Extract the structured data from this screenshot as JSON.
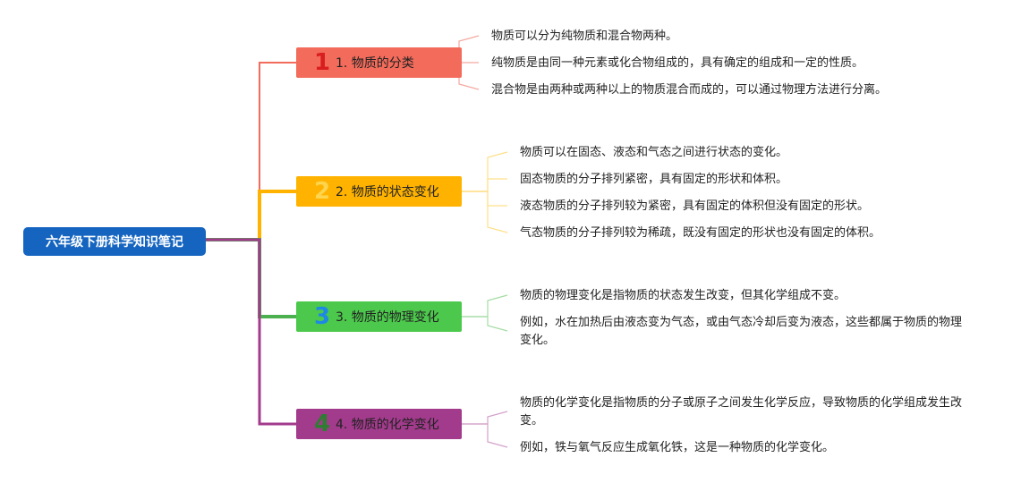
{
  "root": {
    "label": "六年级下册科学知识笔记",
    "color": "#1565c0"
  },
  "topics": [
    {
      "number": "1",
      "label": "1. 物质的分类",
      "color": "#f26b5b",
      "number_color": "#d81e1e",
      "line_color": "#f26b5b",
      "leaf_line_color": "#f3a9a0",
      "items": [
        "物质可以分为纯物质和混合物两种。",
        "纯物质是由同一种元素或化合物组成的，具有确定的组成和一定的性质。",
        "混合物是由两种或两种以上的物质混合而成的，可以通过物理方法进行分离。"
      ]
    },
    {
      "number": "2",
      "label": "2. 物质的状态变化",
      "color": "#ffb300",
      "number_color": "#ffd54f",
      "line_color": "#ffb300",
      "leaf_line_color": "#ffe08a",
      "items": [
        "物质可以在固态、液态和气态之间进行状态的变化。",
        "固态物质的分子排列紧密，具有固定的形状和体积。",
        "液态物质的分子排列较为紧密，具有固定的体积但没有固定的形状。",
        "气态物质的分子排列较为稀疏，既没有固定的形状也没有固定的体积。"
      ]
    },
    {
      "number": "3",
      "label": "3. 物质的物理变化",
      "color": "#4cc94c",
      "number_color": "#1e88e5",
      "line_color": "#4caf50",
      "leaf_line_color": "#a5dca5",
      "items": [
        "物质的物理变化是指物质的状态发生改变，但其化学组成不变。",
        "例如，水在加热后由液态变为气态，或由气态冷却后变为液态，这些都属于物质的物理变化。"
      ]
    },
    {
      "number": "4",
      "label": "4. 物质的化学变化",
      "color": "#a23b8c",
      "number_color": "#2e7d32",
      "line_color": "#a23b8c",
      "leaf_line_color": "#d3a2c9",
      "items": [
        "物质的化学变化是指物质的分子或原子之间发生化学反应，导致物质的化学组成发生改变。",
        "例如，铁与氧气反应生成氧化铁，这是一种物质的化学变化。"
      ]
    }
  ]
}
